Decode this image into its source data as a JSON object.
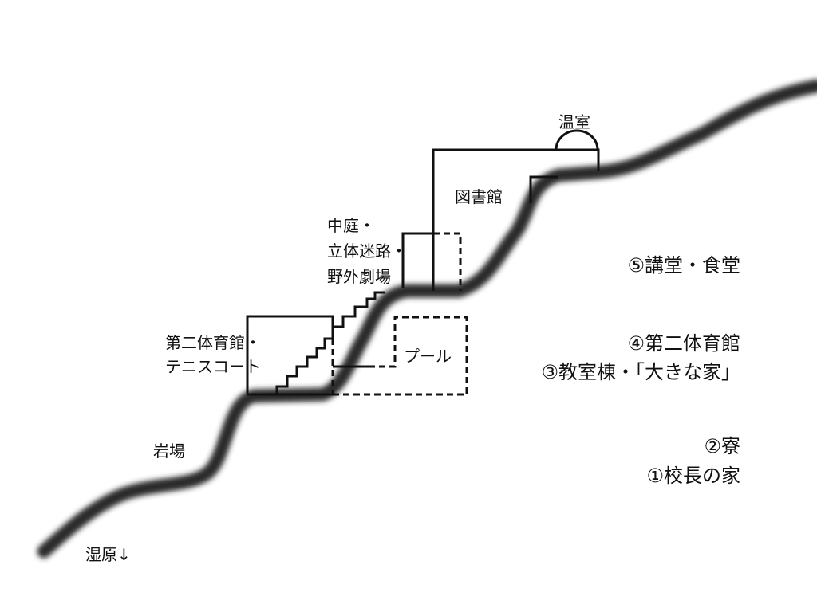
{
  "labels": {
    "greenhouse": "温室",
    "library": "図書館",
    "courtyard": [
      "中庭・",
      "立体迷路・",
      "野外劇場"
    ],
    "gym2": [
      "第二体育館・",
      "テニスコート"
    ],
    "pool": "プール",
    "rocks": "岩場",
    "wetland": "湿原↓"
  },
  "legend": {
    "l5": "⑤講堂・食堂",
    "l4": "④第二体育館",
    "l3": "③教室棟・「大きな家」",
    "l2": "②寮",
    "l1": "①校長の家"
  }
}
